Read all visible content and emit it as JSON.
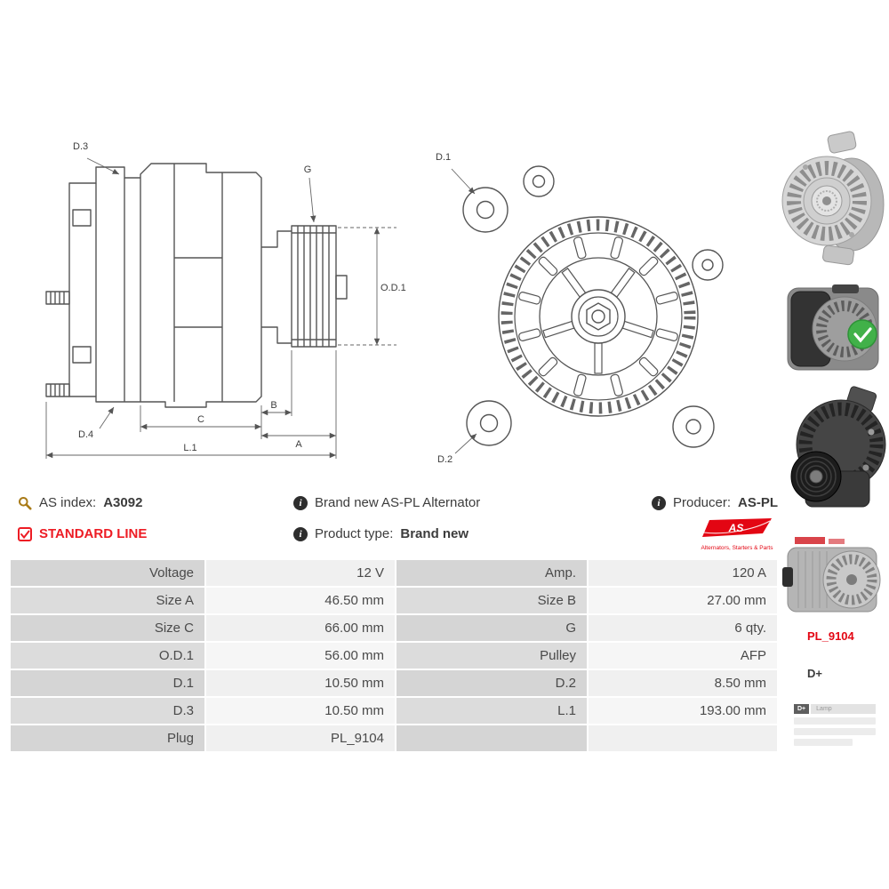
{
  "accent": {
    "red": "#e30613"
  },
  "icons": {
    "info_glyph": "i"
  },
  "drawing": {
    "side": {
      "d3": "D.3",
      "d4": "D.4",
      "g": "G",
      "od1": "O.D.1",
      "c": "C",
      "b": "B",
      "a": "A",
      "l1": "L.1"
    },
    "front": {
      "d1": "D.1",
      "d2": "D.2"
    }
  },
  "info": {
    "as_index_label": "AS index:",
    "as_index_value": "A3092",
    "standard_line": "STANDARD LINE",
    "brand_new_text": "Brand new AS-PL Alternator",
    "product_type_label": "Product type:",
    "product_type_value": "Brand new",
    "producer_label": "Producer:",
    "producer_value": "AS-PL",
    "logo_text": "AS",
    "logo_tagline": "Alternators, Starters & Parts"
  },
  "spec": {
    "rows": [
      [
        "Voltage",
        "12 V",
        "Amp.",
        "120 A"
      ],
      [
        "Size A",
        "46.50 mm",
        "Size B",
        "27.00 mm"
      ],
      [
        "Size C",
        "66.00 mm",
        "G",
        "6 qty."
      ],
      [
        "O.D.1",
        "56.00 mm",
        "Pulley",
        "AFP"
      ],
      [
        "D.1",
        "10.50 mm",
        "D.2",
        "8.50 mm"
      ],
      [
        "D.3",
        "10.50 mm",
        "L.1",
        "193.00 mm"
      ],
      [
        "Plug",
        "PL_9104",
        "",
        ""
      ]
    ]
  },
  "side_panel": {
    "plug_code": "PL_9104",
    "terminal": "D+",
    "connector_diagram": {
      "pin": "D+",
      "lamp": "Lamp"
    }
  }
}
